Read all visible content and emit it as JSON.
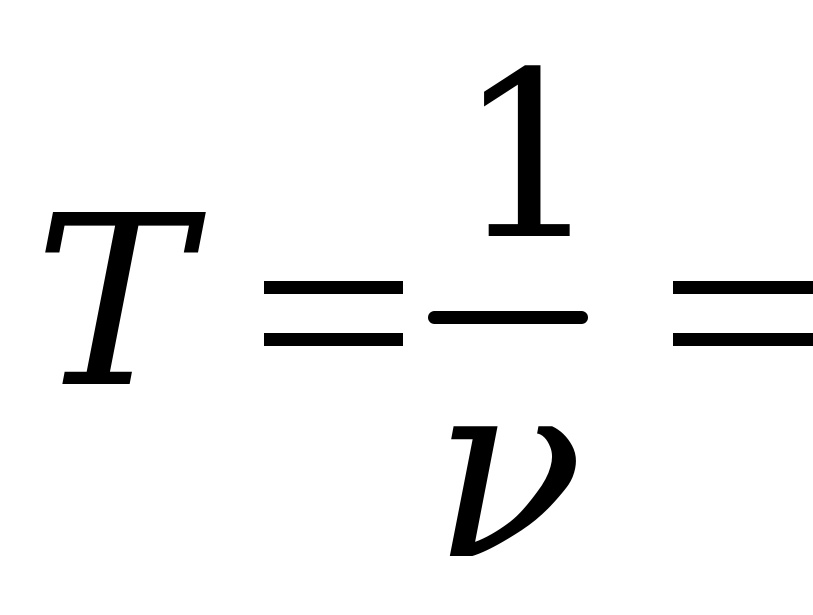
{
  "formula": {
    "lhs": "T",
    "numerator": "1",
    "denominator": "ν"
  }
}
